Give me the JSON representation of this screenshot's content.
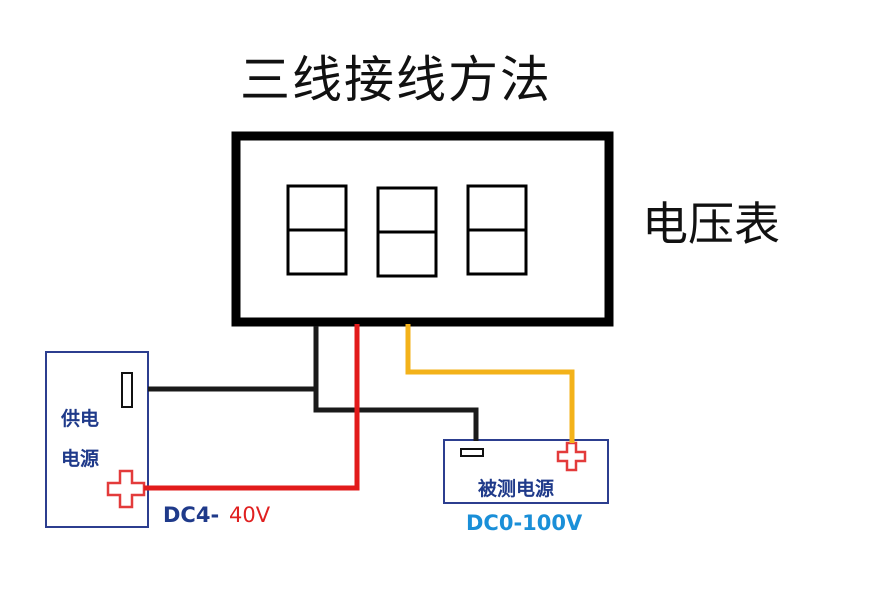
{
  "title": "三线接线方法",
  "meter_label": "电压表",
  "meter": {
    "display_digits": [
      "8",
      "8",
      "8"
    ]
  },
  "power_supply": {
    "label_line1": "供电",
    "label_line2": "电源",
    "range_prefix": "DC4-",
    "range_value": "40V"
  },
  "measured_source": {
    "label": "被测电源",
    "range": "DC0-100V"
  },
  "colors": {
    "wire_black": "#1a1a1a",
    "wire_red": "#e21b1b",
    "wire_yellow": "#f3b21a",
    "box_blue": "#2c3e8f",
    "plus_red": "#e33b3b",
    "label_navy": "#1f3a8a",
    "label_cyan": "#1a8fd8"
  }
}
